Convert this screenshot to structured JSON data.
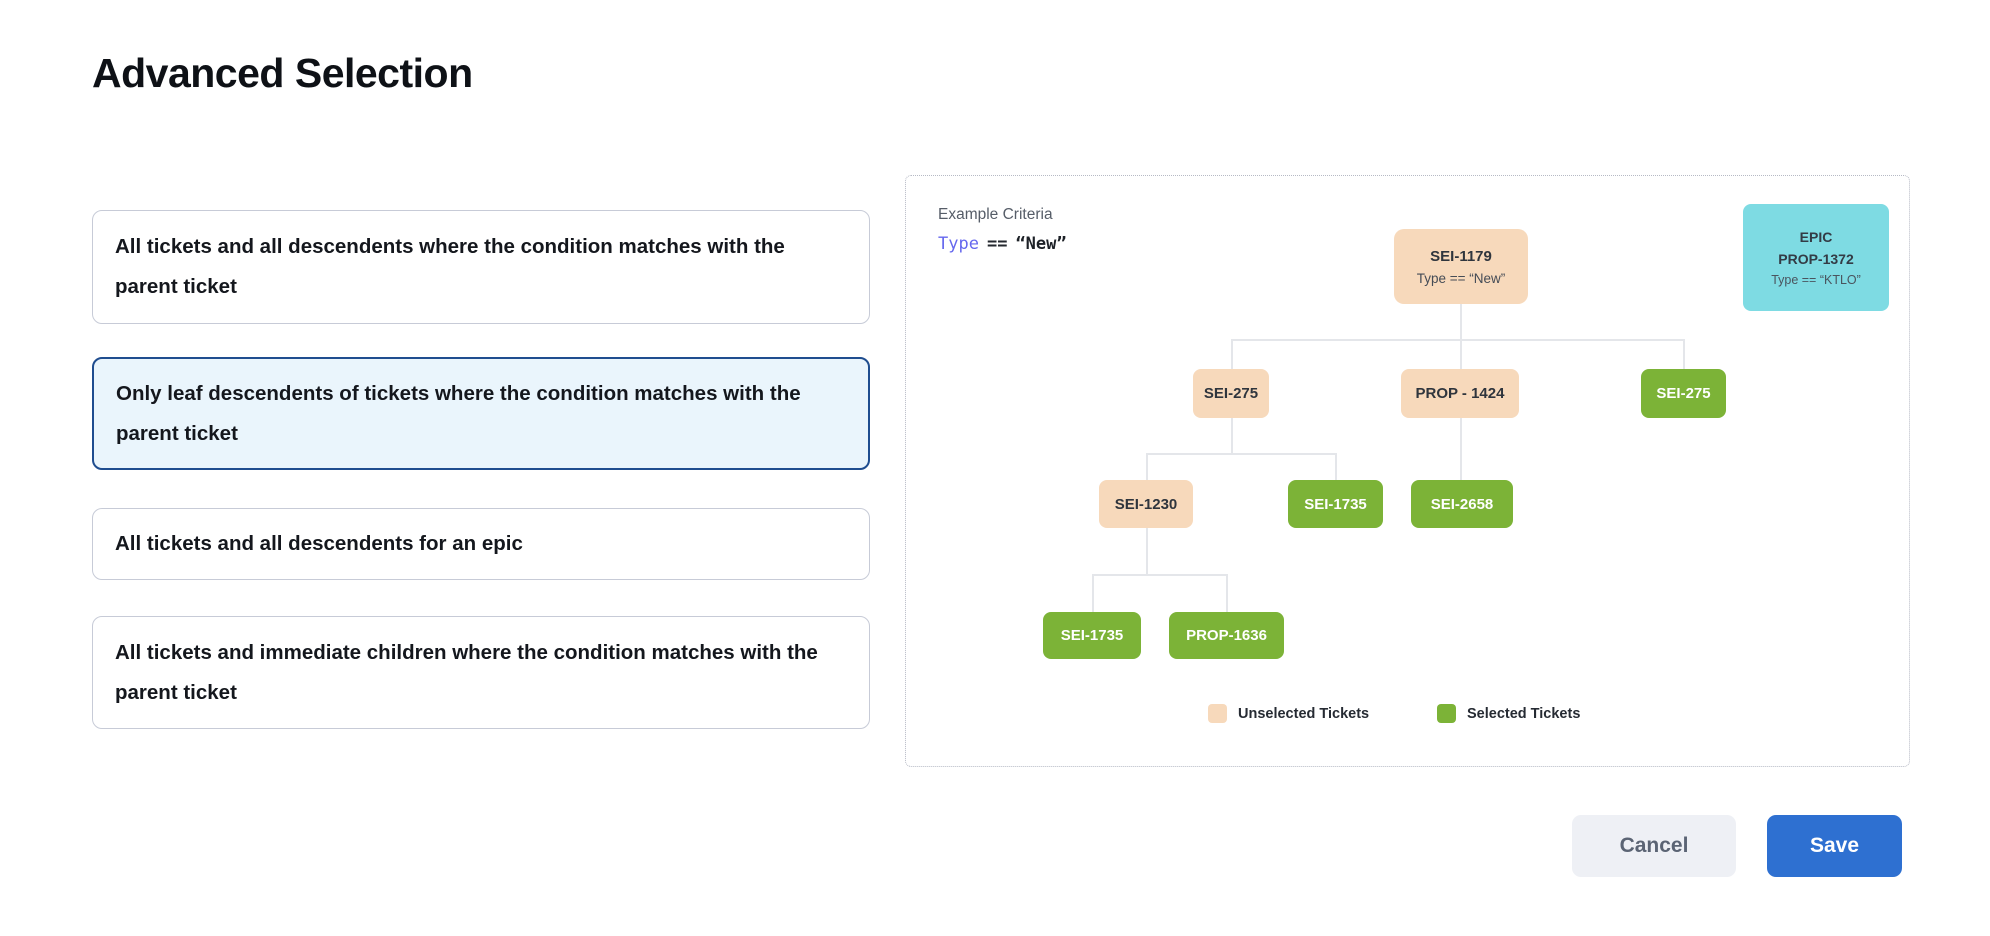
{
  "page": {
    "title": "Advanced Selection"
  },
  "options": [
    {
      "label": "All tickets and all descendents where the condition matches with the parent ticket",
      "selected": false
    },
    {
      "label": "Only leaf descendents of tickets where the condition matches with the parent ticket",
      "selected": true
    },
    {
      "label": "All tickets and all descendents for an epic",
      "selected": false
    },
    {
      "label": "All tickets and immediate children where the condition matches with the parent ticket",
      "selected": false
    }
  ],
  "example": {
    "heading": "Example Criteria",
    "criteria": {
      "field": "Type",
      "operator": "==",
      "value": "“New”"
    }
  },
  "diagram": {
    "epic_card": {
      "type_label": "EPIC",
      "id": "PROP-1372",
      "condition": "Type == “KTLO”"
    },
    "root": {
      "id": "SEI-1179",
      "condition": "Type == “New”"
    },
    "level2": [
      {
        "id": "SEI-275",
        "state": "unselected"
      },
      {
        "id": "PROP - 1424",
        "state": "unselected"
      },
      {
        "id": "SEI-275",
        "state": "selected"
      }
    ],
    "level3": [
      {
        "id": "SEI-1230",
        "state": "unselected"
      },
      {
        "id": "SEI-1735",
        "state": "selected"
      },
      {
        "id": "SEI-2658",
        "state": "selected"
      }
    ],
    "level4": [
      {
        "id": "SEI-1735",
        "state": "selected"
      },
      {
        "id": "PROP-1636",
        "state": "selected"
      }
    ]
  },
  "legend": {
    "unselected_label": "Unselected Tickets",
    "selected_label": "Selected Tickets"
  },
  "footer": {
    "cancel_label": "Cancel",
    "save_label": "Save"
  },
  "colors": {
    "unselected_ticket": "#f7d9bb",
    "selected_ticket": "#7cb337",
    "epic_ticket": "#7edbe3",
    "save_button": "#2e70d1",
    "selected_card_border": "#1f4d8f",
    "selected_card_bg": "#eaf5fc",
    "criteria_field": "#6567ee",
    "connector_line": "#e4e6ea"
  }
}
